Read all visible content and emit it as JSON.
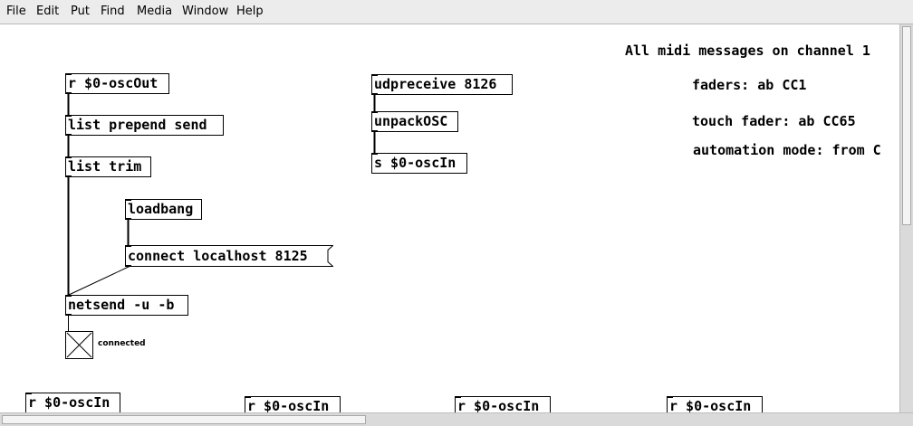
{
  "menubar": {
    "items": [
      "File",
      "Edit",
      "Put",
      "Find",
      "Media",
      "Window",
      "Help"
    ]
  },
  "patch": {
    "objects": {
      "r_oscout": "r $0-oscOut",
      "list_prepend": "list prepend send",
      "list_trim": "list trim",
      "loadbang": "loadbang",
      "netsend": "netsend -u -b",
      "udpreceive": "udpreceive 8126",
      "unpackosc": "unpackOSC",
      "s_oscin": "s $0-oscIn",
      "r_oscin_1": "r $0-oscIn",
      "r_oscin_2": "r $0-oscIn",
      "r_oscin_3": "r $0-oscIn",
      "r_oscin_4": "r $0-oscIn"
    },
    "message": {
      "connect": "connect localhost 8125"
    },
    "toggle": {
      "label": "connected"
    },
    "comments": {
      "midi_channel": "All midi messages on channel 1",
      "faders": "faders: ab CC1",
      "touch_fader": "touch fader: ab CC65",
      "automation_mode": "automation mode: from C"
    }
  }
}
